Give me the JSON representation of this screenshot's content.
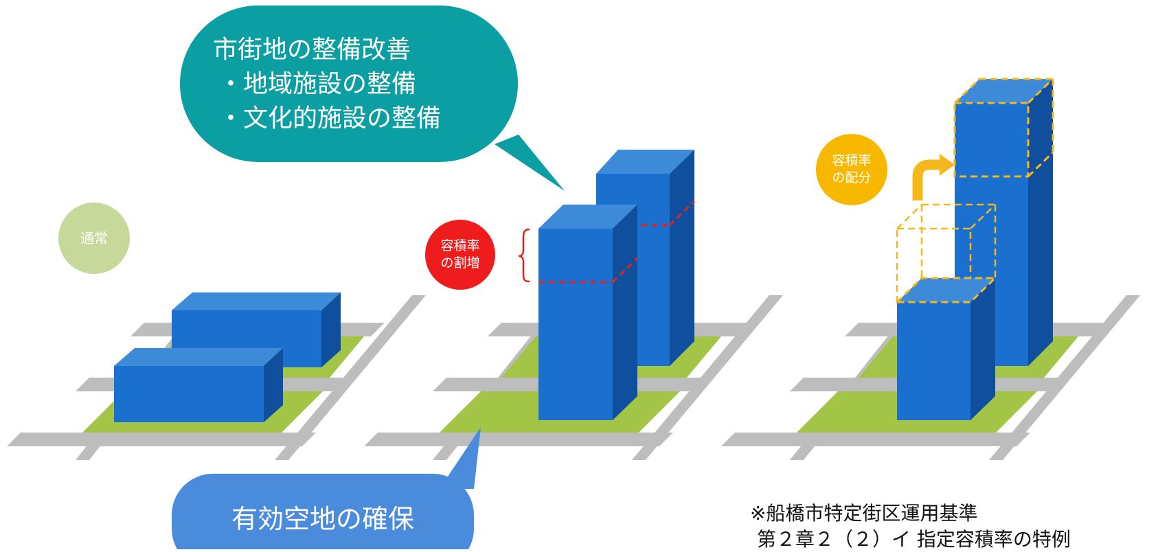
{
  "top_bubble": {
    "title": "市街地の整備改善",
    "items": [
      "・地域施設の整備",
      "・文化的施設の整備"
    ],
    "color": "#0b9fa3"
  },
  "bottom_bubble": {
    "text": "有効空地の確保",
    "color": "#4a8cdb"
  },
  "scenarios": {
    "normal": {
      "label": "通常",
      "color": "#c7d89b"
    },
    "increase": {
      "line1": "容積率",
      "line2": "の割増",
      "color": "#ee1c1c"
    },
    "distribution": {
      "line1": "容積率",
      "line2": "の配分",
      "color": "#f9b800"
    }
  },
  "note": {
    "line1": "※船橋市特定街区運用基準",
    "line2": "第２章２（２）イ 指定容積率の特例"
  },
  "colors": {
    "road": "#bdbdbd",
    "green_space": "#a2c447",
    "building_front": "#1a6fcf",
    "building_top": "#3d8bd8",
    "building_side": "#0f4f9e",
    "dashed_red": "#e0241b",
    "dashed_orange": "#f5b81c"
  }
}
